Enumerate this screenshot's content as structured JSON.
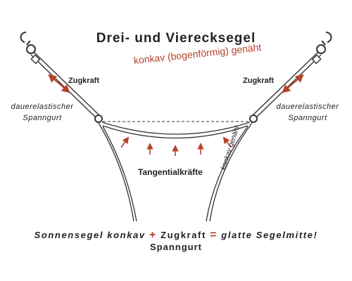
{
  "title": "Drei- und Vierecksegel",
  "subtitle": "konkav (bogenförmig) genäht",
  "force_label_left": "Zugkraft",
  "force_label_right": "Zugkraft",
  "strap_label_left": [
    "dauerelastischer",
    "Spanngurt"
  ],
  "strap_label_right": [
    "dauerelastischer",
    "Spanngurt"
  ],
  "tangential_label": "Tangentialkräfte",
  "side_label": "konkav genäht",
  "summary": {
    "part1": "Sonnensegel konkav",
    "op1": "+",
    "part2": "Zugkraft",
    "op2": "=",
    "part3": "glatte Segelmitte!",
    "part4": "Spanngurt"
  },
  "colors": {
    "arrow": "#b5432a",
    "ink": "#222222",
    "rope": "#333333"
  }
}
